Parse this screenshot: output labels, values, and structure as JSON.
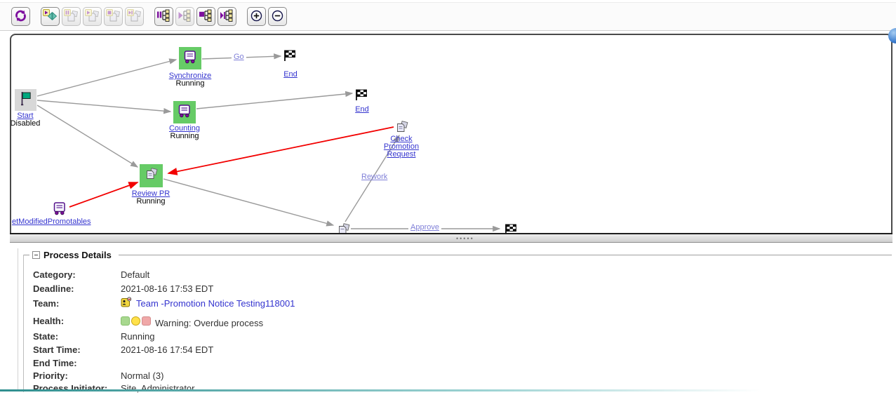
{
  "colors": {
    "node_green": "#66cb66",
    "node_gray": "#d8d8d8",
    "link_blue": "#3434cf",
    "transition_blue": "#8080d8",
    "edge_gray": "#9a9a9a",
    "edge_red": "#f20000",
    "accent_purple": "#7d0f9e",
    "health_green": "#a8d88f",
    "health_yellow": "#ffe14a",
    "health_red": "#f0a8a8"
  },
  "toolbar": {
    "icons": [
      "refresh-icon",
      "setup-participants-icon",
      "suspend-activity-icon",
      "resume-activity-icon",
      "terminate-activity-icon",
      "complete-activity-icon",
      "suspend-process-icon",
      "resume-process-icon",
      "terminate-process-icon",
      "complete-process-icon",
      "zoom-in-icon",
      "zoom-out-icon",
      "globe-icon"
    ]
  },
  "diagram": {
    "nodes": [
      {
        "id": "start",
        "label": "Start",
        "status": "Disabled"
      },
      {
        "id": "synchronize",
        "label": "Synchronize",
        "status": "Running"
      },
      {
        "id": "counting",
        "label": "Counting",
        "status": "Running"
      },
      {
        "id": "end-1",
        "label": "End"
      },
      {
        "id": "end-2",
        "label": "End"
      },
      {
        "id": "review-pr",
        "label": "Review PR",
        "status": "Running"
      },
      {
        "id": "check-promotion-request",
        "lines": [
          "Check",
          "Promotion",
          "Request"
        ]
      },
      {
        "id": "get-modified-promotables",
        "label": "etModifiedPromotables"
      },
      {
        "id": "approve-task"
      }
    ],
    "transitions": {
      "go": "Go",
      "rework": "Rework",
      "approve": "Approve"
    }
  },
  "details": {
    "title": "Process Details",
    "rows": [
      {
        "label": "Category:",
        "value": "Default"
      },
      {
        "label": "Deadline:",
        "value": "2021-08-16 17:53 EDT"
      },
      {
        "label": "Team:",
        "value": "Team -Promotion Notice Testing118001"
      },
      {
        "label": "Health:",
        "value": "Warning: Overdue process"
      },
      {
        "label": "State:",
        "value": "Running"
      },
      {
        "label": "Start Time:",
        "value": "2021-08-16 17:54 EDT"
      },
      {
        "label": "End Time:",
        "value": ""
      },
      {
        "label": "Priority:",
        "value": "Normal (3)"
      },
      {
        "label": "Process Initiator:",
        "value": "Site, Administrator"
      }
    ]
  }
}
